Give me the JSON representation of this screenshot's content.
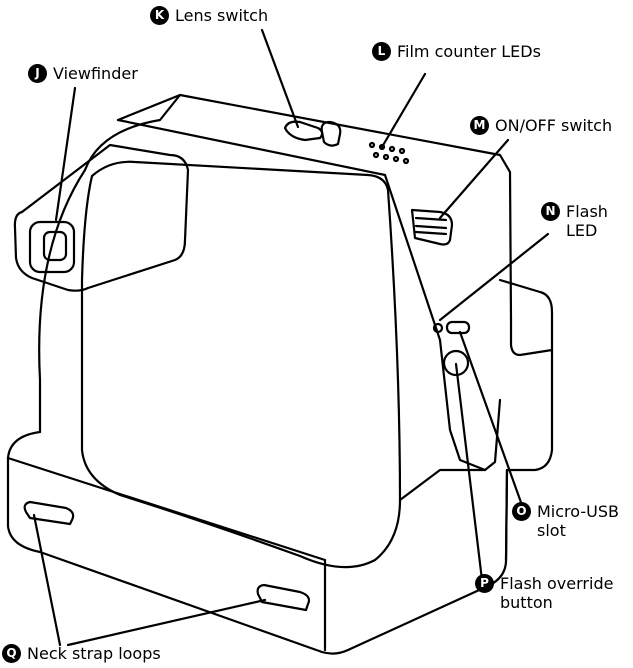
{
  "callouts": {
    "J": {
      "letter": "J",
      "lines": [
        "Viewfinder"
      ]
    },
    "K": {
      "letter": "K",
      "lines": [
        "Lens switch"
      ]
    },
    "L": {
      "letter": "L",
      "lines": [
        "Film counter LEDs"
      ]
    },
    "M": {
      "letter": "M",
      "lines": [
        "ON/OFF switch"
      ]
    },
    "N": {
      "letter": "N",
      "lines": [
        "Flash",
        "LED"
      ]
    },
    "O": {
      "letter": "O",
      "lines": [
        "Micro-USB",
        "slot"
      ]
    },
    "P": {
      "letter": "P",
      "lines": [
        "Flash override",
        "button"
      ]
    },
    "Q": {
      "letter": "Q",
      "lines": [
        "Neck strap loops"
      ]
    }
  },
  "colors": {
    "line": "#000000",
    "badge": "#000000",
    "badge_text": "#ffffff",
    "background": "#ffffff"
  }
}
